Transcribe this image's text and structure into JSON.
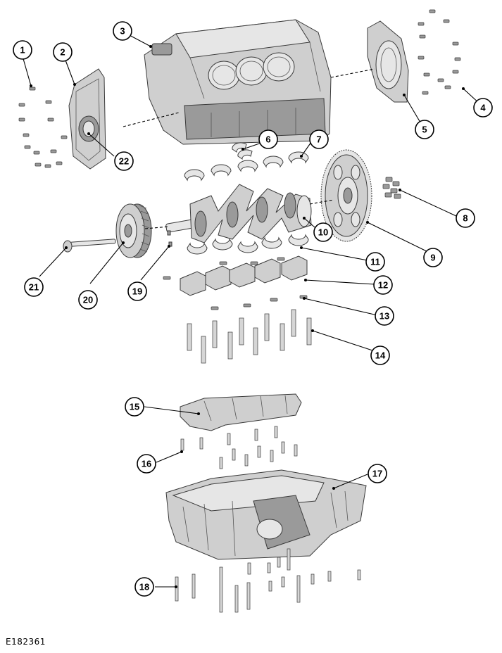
{
  "figure": {
    "code": "E182361"
  },
  "callouts": [
    "1",
    "2",
    "3",
    "4",
    "5",
    "6",
    "7",
    "8",
    "9",
    "10",
    "11",
    "12",
    "13",
    "14",
    "15",
    "16",
    "17",
    "18",
    "19",
    "20",
    "21",
    "22"
  ],
  "colors": {
    "ink": "#000000",
    "metal": "#cfcfcf",
    "metal_light": "#e6e6e6",
    "metal_dark": "#9a9a9a"
  }
}
